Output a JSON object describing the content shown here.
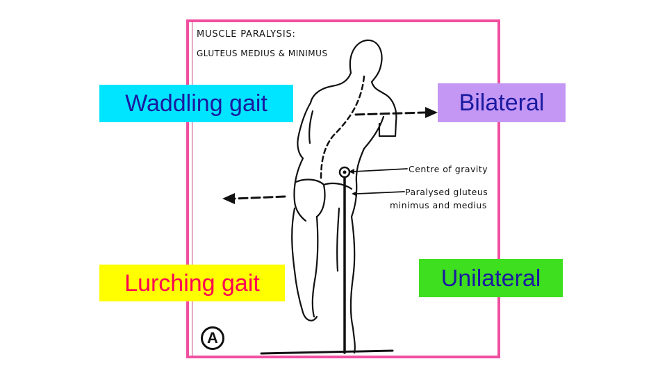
{
  "figure": {
    "title_line1": "MUSCLE PARALYSIS:",
    "title_line2": "GLUTEUS MEDIUS & MINIMUS",
    "label_centre_gravity": "Centre of gravity",
    "label_paralysed_1": "Paralysed gluteus",
    "label_paralysed_2": "minimus and medius",
    "panel_letter": "A"
  },
  "boxes": {
    "waddling": "Waddling gait",
    "bilateral": "Bilateral",
    "lurching": "Lurching gait",
    "unilateral": "Unilateral"
  },
  "colors": {
    "frame": "#f04fa0",
    "waddling_bg": "#00e5ff",
    "bilateral_bg": "#c597f5",
    "lurching_bg": "#ffff00",
    "unilateral_bg": "#3ddf1f",
    "text_blue": "#1a1aa0",
    "text_red": "#ff0055"
  }
}
